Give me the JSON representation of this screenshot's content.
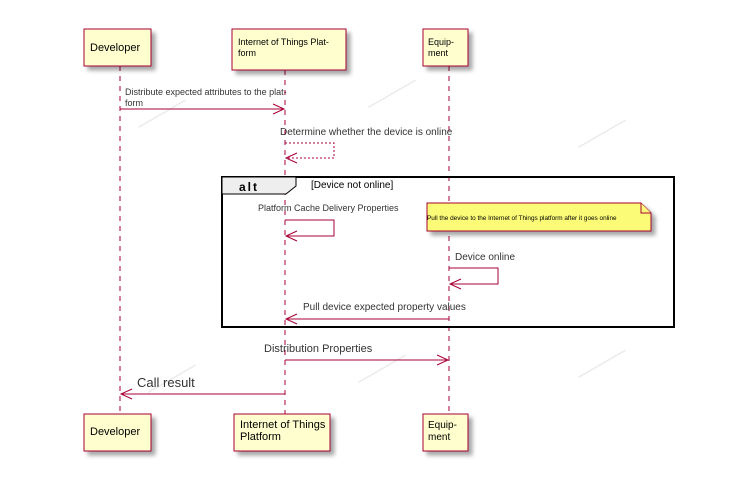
{
  "participants": {
    "developer": {
      "top_label": [
        "Developer"
      ],
      "bottom_label": [
        "Developer"
      ]
    },
    "iot_platform": {
      "top_label": [
        "Internet of Things Plat-",
        "form"
      ],
      "bottom_label": [
        "Internet of Things",
        "Platform"
      ]
    },
    "equipment": {
      "top_label": [
        "Equip-",
        "ment"
      ],
      "bottom_label": [
        "Equip-",
        "ment"
      ]
    }
  },
  "messages": {
    "distribute": [
      "Distribute expected attributes to the plat-",
      "form"
    ],
    "determine_online": "Determine whether the device is online",
    "platform_cache": "Platform Cache Delivery Properties",
    "device_online": "Device online",
    "pull_values": "Pull device expected property values",
    "distribution_properties": "Distribution Properties",
    "call_result": "Call result"
  },
  "alt_fragment": {
    "keyword": "alt",
    "condition": "[Device not online]"
  },
  "note": {
    "text": "Pull the device to the Internet of Things platform after it goes online"
  },
  "colors": {
    "participant_fill": "#fefece",
    "line": "#a80036",
    "note_fill": "#fbfb77"
  }
}
